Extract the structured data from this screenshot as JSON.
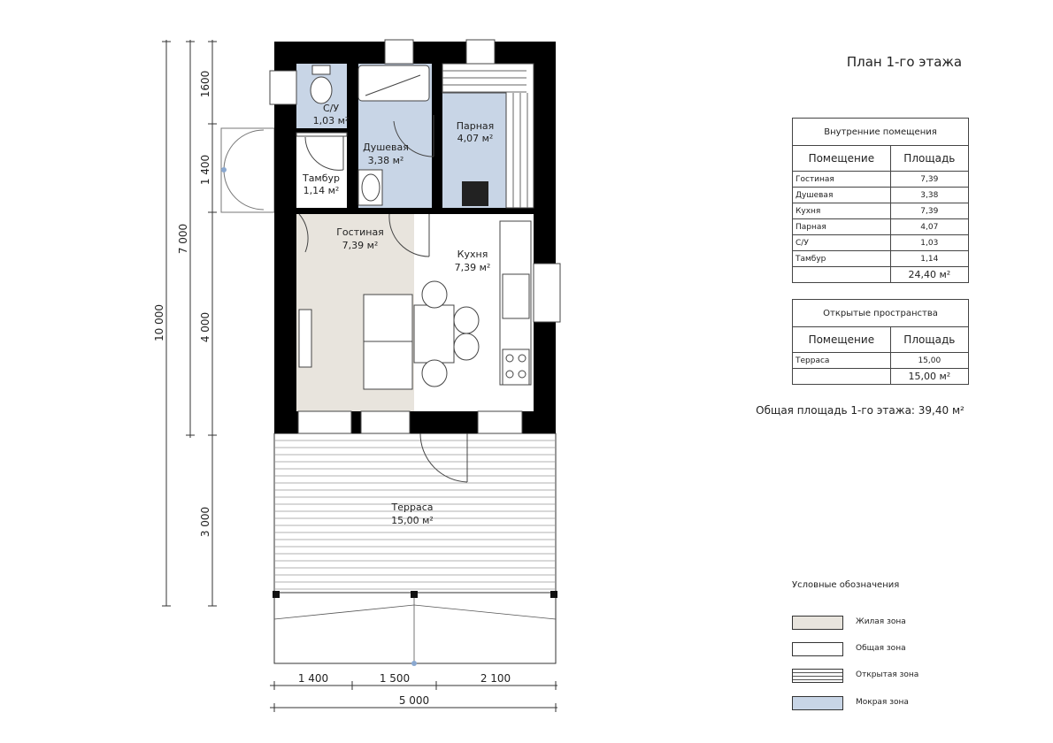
{
  "title": "План 1-го этажа",
  "rooms": {
    "su": {
      "name": "С/У",
      "area": "1,03 м²"
    },
    "shower": {
      "name": "Душевая",
      "area": "3,38 м²"
    },
    "steam": {
      "name": "Парная",
      "area": "4,07 м²"
    },
    "vestibule": {
      "name": "Тамбур",
      "area": "1,14 м²"
    },
    "living": {
      "name": "Гостиная",
      "area": "7,39 м²"
    },
    "kitchen": {
      "name": "Кухня",
      "area": "7,39 м²"
    },
    "terrace": {
      "name": "Терраса",
      "area": "15,00 м²"
    }
  },
  "dimensions": {
    "d1600": "1600",
    "d1400v": "1 400",
    "d7000": "7 000",
    "d4000": "4 000",
    "d10000": "10 000",
    "d3000": "3 000",
    "d1400h": "1 400",
    "d1500": "1 500",
    "d2100": "2 100",
    "d5000": "5 000"
  },
  "interior_table": {
    "title": "Внутренние помещения",
    "col1": "Помещение",
    "col2": "Площадь",
    "rows": [
      {
        "name": "Гостиная",
        "area": "7,39"
      },
      {
        "name": "Душевая",
        "area": "3,38"
      },
      {
        "name": "Кухня",
        "area": "7,39"
      },
      {
        "name": "Парная",
        "area": "4,07"
      },
      {
        "name": "С/У",
        "area": "1,03"
      },
      {
        "name": "Тамбур",
        "area": "1,14"
      }
    ],
    "total": "24,40 м²"
  },
  "open_table": {
    "title": "Открытые пространства",
    "col1": "Помещение",
    "col2": "Площадь",
    "rows": [
      {
        "name": "Терраса",
        "area": "15,00"
      }
    ],
    "total": "15,00 м²"
  },
  "total_area": "Общая площадь 1-го этажа:   39,40 м²",
  "legend": {
    "title": "Условные обозначения",
    "items": [
      {
        "label": "Жилая зона",
        "color": "#e8e4dd"
      },
      {
        "label": "Общая зона",
        "color": "#ffffff"
      },
      {
        "label": "Открытая зона",
        "color": "#ffffff"
      },
      {
        "label": "Мокрая зона",
        "color": "#c8d5e6"
      }
    ]
  }
}
